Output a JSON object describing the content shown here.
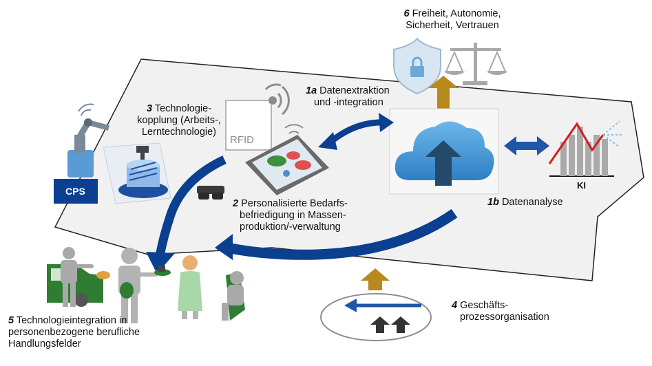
{
  "labels": {
    "l6": {
      "num": "6",
      "line1": "Freiheit, Autonomie,",
      "line2": "Sicherheit, Vertrauen"
    },
    "l1a": {
      "num": "1a",
      "line1": "Datenextraktion",
      "line2": "und -integration"
    },
    "l3": {
      "num": "3",
      "line1": "Technologie-",
      "line2": "kopplung (Arbeits-,",
      "line3": "Lerntechnologie)"
    },
    "l2": {
      "num": "2",
      "line1": "Personalisierte Bedarfs-",
      "line2": "befriedigung in Massen-",
      "line3": "produktion/-verwaltung"
    },
    "l1b": {
      "num": "1b",
      "line1": "Datenanalyse"
    },
    "l4": {
      "num": "4",
      "line1": "Geschäfts-",
      "line2": "prozessorganisation"
    },
    "l5": {
      "num": "5",
      "line1": "Technologieintegration in",
      "line2": "personenbezogene berufliche",
      "line3": "Handlungsfelder"
    }
  },
  "icons": {
    "rfid_text": "RFID",
    "cps_text": "CPS",
    "ki_text": "KI"
  },
  "colors": {
    "plane_fill": "#f1f1f1",
    "arrow_blue": "#0b3f8f",
    "gold": "#b8891b",
    "cloud_blue": "#3d8fd0",
    "gray_figure": "#a9a9a9",
    "green": "#2f7d32"
  }
}
